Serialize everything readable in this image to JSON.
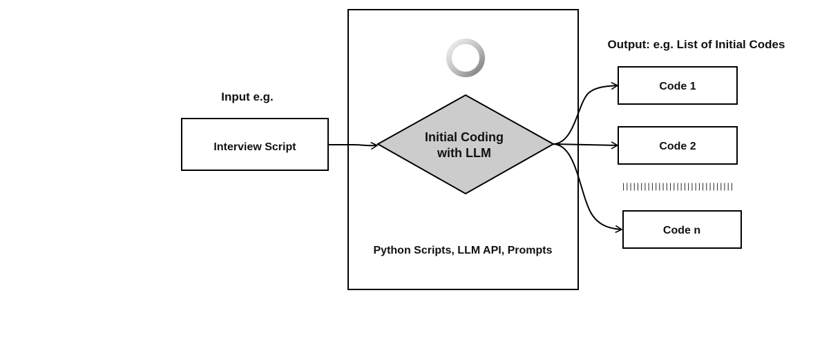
{
  "input": {
    "heading": "Input e.g.",
    "box_label": "Interview Script"
  },
  "process": {
    "decision_line1": "Initial Coding",
    "decision_line2": "with LLM",
    "tools_label": "Python Scripts, LLM API, Prompts",
    "spinner_icon": "loading-spinner-icon"
  },
  "output": {
    "heading": "Output: e.g. List of Initial Codes",
    "codes": [
      "Code 1",
      "Code 2",
      "Code n"
    ],
    "ellipsis": "|||||||||||||||||||||||||||||||"
  },
  "colors": {
    "stroke": "#000000",
    "decision_fill": "#cccccc",
    "text": "#111111"
  }
}
